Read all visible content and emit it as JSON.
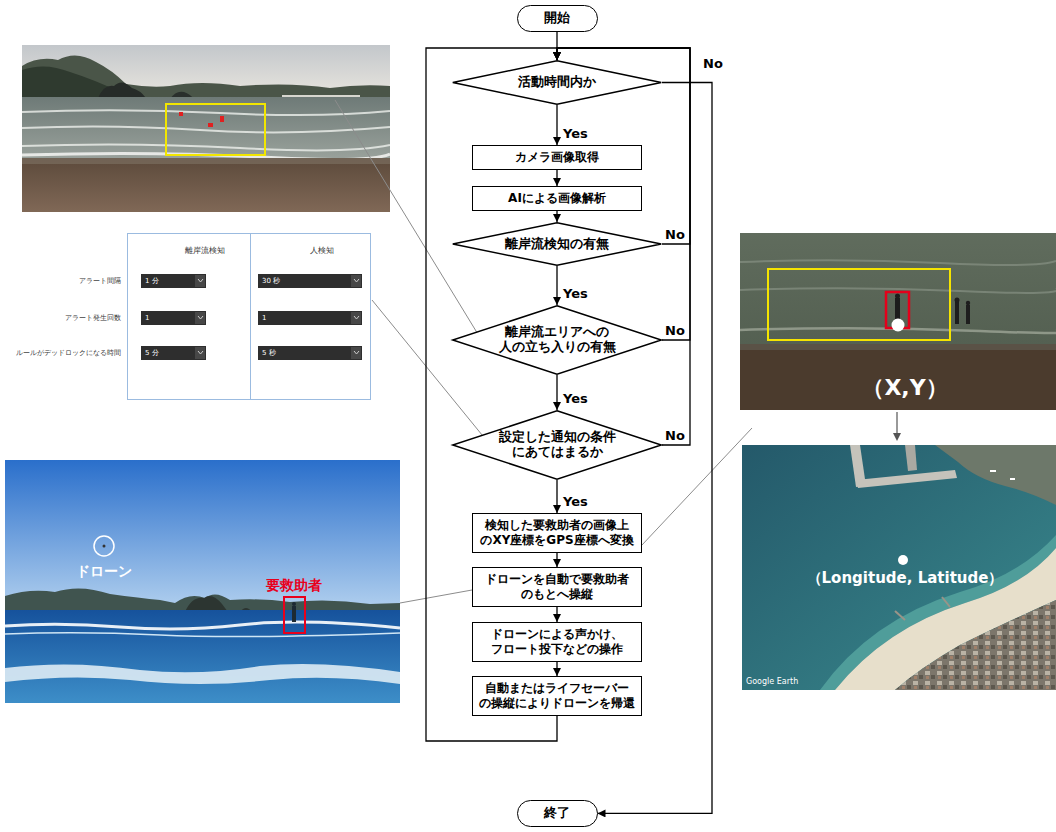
{
  "diagram": {
    "nodes": [
      {
        "text": [
          "開始"
        ]
      },
      {
        "text": [
          "活動時間内か"
        ]
      },
      {
        "text": [
          "カメラ画像取得"
        ]
      },
      {
        "text": [
          "AIによる画像解析"
        ]
      },
      {
        "text": [
          "離岸流検知の有無"
        ]
      },
      {
        "text": [
          "離岸流エリアへの 人の立ち入りの有無"
        ]
      },
      {
        "text": [
          "設定した通知の条件 にあてはまるか"
        ]
      },
      {
        "text": [
          "検知した要救助者の画像上 のXY座標をGPS座標へ変換"
        ]
      },
      {
        "text": [
          "ドローンを自動で要救助者 のもとへ操縦"
        ]
      },
      {
        "text": [
          "ドローンによる声かけ、 フロート投下などの操作"
        ]
      },
      {
        "text": [
          "自動またはライフセーバー の操縦によりドローンを帰還"
        ]
      },
      {
        "text": [
          "終了"
        ]
      }
    ],
    "edges": [
      {
        "from": 0,
        "to": 1,
        "arrow": "to"
      },
      {
        "from": 1,
        "to": 2,
        "arrow": "to",
        "label": "Yes"
      },
      {
        "from": 2,
        "to": 3,
        "arrow": "to"
      },
      {
        "from": 3,
        "to": 4,
        "arrow": "to"
      },
      {
        "from": 4,
        "to": 5,
        "arrow": "to",
        "label": "Yes"
      },
      {
        "from": 5,
        "to": 6,
        "arrow": "to",
        "label": "Yes"
      },
      {
        "from": 6,
        "to": 7,
        "arrow": "to",
        "label": "Yes"
      },
      {
        "from": 7,
        "to": 8,
        "arrow": "to"
      },
      {
        "from": 8,
        "to": 9,
        "arrow": "to"
      },
      {
        "from": 9,
        "to": 10,
        "arrow": "to"
      },
      {
        "from": 10,
        "to": 1,
        "arrow": "to"
      },
      {
        "from": 4,
        "to": 1,
        "arrow": "to",
        "label": "No"
      },
      {
        "from": 5,
        "to": 1,
        "arrow": "to",
        "label": "No"
      },
      {
        "from": 6,
        "to": 1,
        "arrow": "to",
        "label": "No"
      },
      {
        "from": 1,
        "to": 11,
        "arrow": "to",
        "label": "No"
      }
    ],
    "labels": [
      "離岸流検知",
      "人検知",
      "アラート間隔",
      "1 分",
      "30 秒",
      "アラート発生回数",
      "1",
      "1",
      "ルールがデッドロックになる時間",
      "5 分",
      "5 秒",
      "ドローン",
      "要救助者",
      "（X,Y）",
      "（Longitude, Latitude）",
      "Google Earth"
    ]
  }
}
